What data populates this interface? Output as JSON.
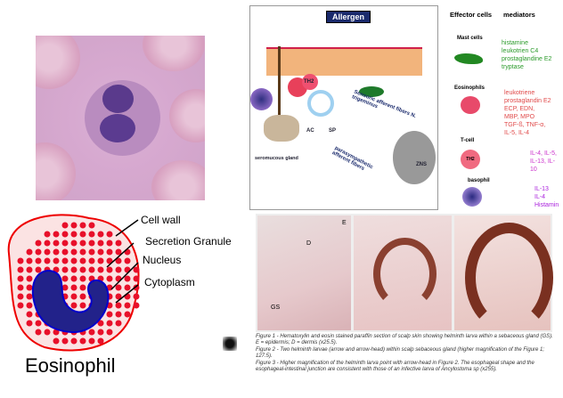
{
  "diagram": {
    "allergen": "Allergen",
    "th2": "TH2",
    "sensoric": "Sensoric afferent fibers N. trigeminus",
    "ac": "AC",
    "sp": "SP",
    "gland": "seromucous gland",
    "parasympathetic": "parasympathetic afferent fibers",
    "zns": "ZNS"
  },
  "legend": {
    "header_cells": "Effector cells",
    "header_mediators": "mediators",
    "rows": [
      {
        "cell": "Mast cells",
        "mediators": [
          "histamine",
          "leukotrien C4",
          "prostaglandine E2",
          "tryptase"
        ],
        "color": "#2a9a2a"
      },
      {
        "cell": "Eosinophils",
        "mediators": [
          "leukotriene",
          "prostaglandin E2",
          "ECP, EDN,",
          "MBP, MPO",
          "TGF-ß, TNF-α,",
          "IL-5, IL-4"
        ],
        "color": "#e04a4a"
      },
      {
        "cell": "T-cell",
        "mediators": [
          "IL-4, IL-5,",
          "IL-13, IL-10"
        ],
        "color": "#cc33cc"
      },
      {
        "cell": "basophil",
        "mediators": [
          "IL-13",
          "IL-4",
          "Histamin"
        ],
        "color": "#aa22dd"
      }
    ],
    "th2": "TH2"
  },
  "histology": {
    "labels": [
      "E",
      "D",
      "GS"
    ]
  },
  "caption": [
    "Figure 1 - Hematoxylin and eosin stained paraffin section of scalp skin showing helminth larva within a sebaceous gland (GS). E = epidermis; D = dermis (x25.5).",
    "Figure 2 - Two helminth larvae (arrow and arrow-head) within scalp sebaceous gland (higher magnification of the Figure 1; 127.5).",
    "Figure 3 - Higher magnification of the helminth larva point with arrow-head in Figure 2. The esophageal shape and the esophageal-intestinal junction are consistent with those of an infective larva of Ancylostoma sp (x255)."
  ],
  "eosinophil": {
    "labels": [
      "Cell wall",
      "Secretion Granule",
      "Nucleus",
      "Cytoplasm"
    ],
    "title": "Eosinophil"
  }
}
